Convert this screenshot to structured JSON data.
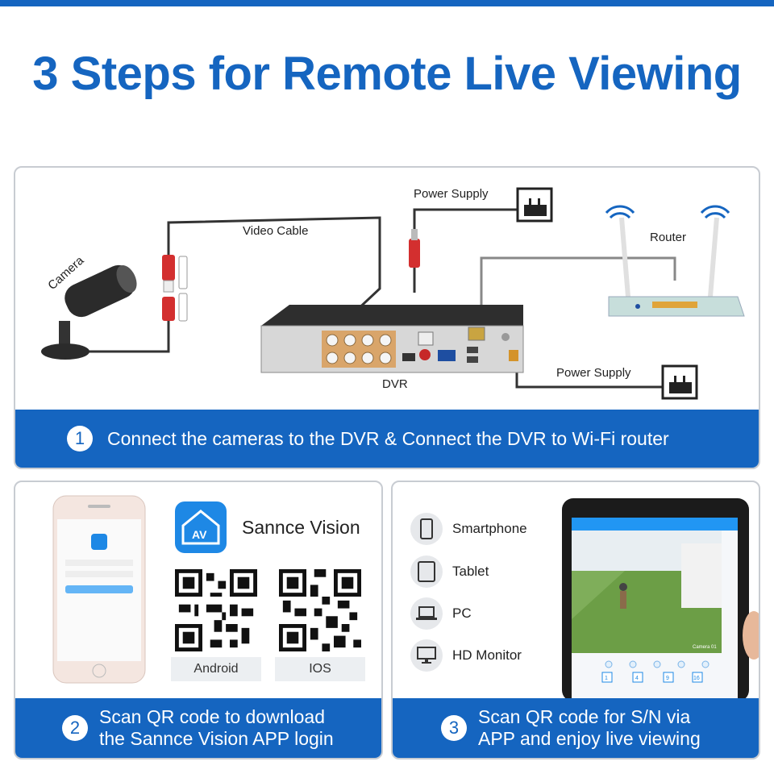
{
  "title": "3 Steps for Remote Live Viewing",
  "diagram": {
    "camera_label": "Camera",
    "video_cable_label": "Video Cable",
    "power_supply_top_label": "Power Supply",
    "router_label": "Router",
    "dvr_label": "DVR",
    "power_supply_bottom_label": "Power Supply"
  },
  "step1": {
    "number": "1",
    "text": "Connect the cameras to the DVR & Connect the DVR to Wi-Fi router"
  },
  "step2": {
    "number": "2",
    "line1": "Scan QR code to download",
    "line2": "the Sannce Vision APP login",
    "app_name": "Sannce Vision",
    "app_icon_text": "AV",
    "qr_android_label": "Android",
    "qr_ios_label": "IOS"
  },
  "step3": {
    "number": "3",
    "line1": "Scan QR code for S/N via",
    "line2": "APP and enjoy live viewing",
    "devices": [
      {
        "label": "Smartphone",
        "icon": "smartphone-icon"
      },
      {
        "label": "Tablet",
        "icon": "tablet-icon"
      },
      {
        "label": "PC",
        "icon": "laptop-icon"
      },
      {
        "label": "HD Monitor",
        "icon": "monitor-icon"
      }
    ],
    "tablet_channel_tabs": [
      "1",
      "4",
      "9",
      "16"
    ]
  },
  "colors": {
    "brand_blue": "#1565c0",
    "panel_border": "#c8ccd2",
    "qr_caption_bg": "#eceff2"
  }
}
